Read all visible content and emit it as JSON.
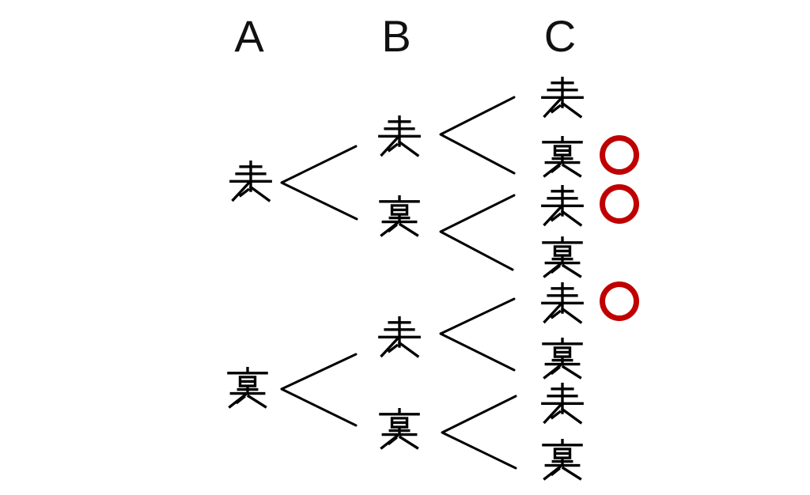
{
  "colors": {
    "mark": "#c00000",
    "line": "#000000",
    "text": "#000000",
    "background": "#ffffff"
  },
  "headers": [
    {
      "label": "A"
    },
    {
      "label": "B"
    },
    {
      "label": "C"
    }
  ],
  "glyph_map": {
    "表": "g-omote",
    "裏": "g-ura"
  },
  "glyph_names": {
    "表": "omote-heads-kanji",
    "裏": "ura-tails-kanji"
  },
  "tree": {
    "level_a": [
      {
        "label": "表"
      },
      {
        "label": "裏"
      }
    ],
    "level_b": [
      {
        "label": "表",
        "parent": "A:表"
      },
      {
        "label": "裏",
        "parent": "A:表"
      },
      {
        "label": "表",
        "parent": "A:裏"
      },
      {
        "label": "裏",
        "parent": "A:裏"
      }
    ],
    "level_c": [
      {
        "label": "表",
        "parent": "A:表,B:表",
        "marked": false
      },
      {
        "label": "裏",
        "parent": "A:表,B:表",
        "marked": true
      },
      {
        "label": "表",
        "parent": "A:表,B:裏",
        "marked": true
      },
      {
        "label": "裏",
        "parent": "A:表,B:裏",
        "marked": false
      },
      {
        "label": "表",
        "parent": "A:裏,B:表",
        "marked": true
      },
      {
        "label": "裏",
        "parent": "A:裏,B:表",
        "marked": false
      },
      {
        "label": "表",
        "parent": "A:裏,B:裏",
        "marked": false
      },
      {
        "label": "裏",
        "parent": "A:裏,B:裏",
        "marked": false
      }
    ]
  }
}
